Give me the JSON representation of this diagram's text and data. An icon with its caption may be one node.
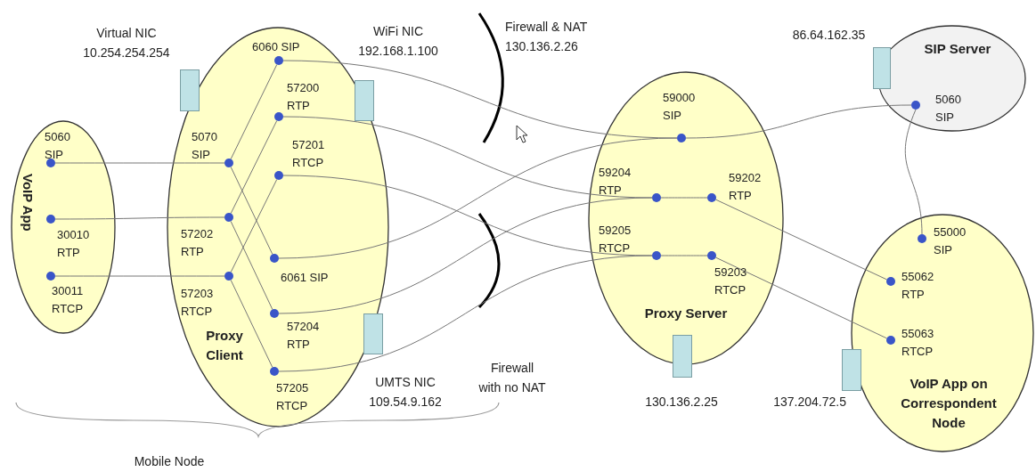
{
  "diagram": {
    "nodes": [
      {
        "text": [
          "VoIP App"
        ]
      },
      {
        "text": [],
        "shape": "circle",
        "beside": [
          "5060 SIP"
        ],
        "in": 0
      },
      {
        "text": [],
        "shape": "circle",
        "beside": [
          "30010 RTP"
        ],
        "in": 0
      },
      {
        "text": [],
        "shape": "circle",
        "beside": [
          "30011 RTCP"
        ],
        "in": 0
      },
      {
        "text": [],
        "shape": "box",
        "beside": [
          "Virtual NIC 10.254.254.254"
        ]
      },
      {
        "text": [
          "Proxy Client"
        ]
      },
      {
        "text": [],
        "shape": "circle",
        "beside": [
          "6060 SIP"
        ],
        "in": 5
      },
      {
        "text": [],
        "shape": "circle",
        "beside": [
          "57200 RTP"
        ],
        "in": 5
      },
      {
        "text": [],
        "shape": "circle",
        "beside": [
          "57201 RTCP"
        ],
        "in": 5
      },
      {
        "text": [],
        "shape": "circle",
        "beside": [
          "5070 SIP"
        ],
        "in": 5
      },
      {
        "text": [],
        "shape": "circle",
        "beside": [
          "57202 RTP"
        ],
        "in": 5
      },
      {
        "text": [],
        "shape": "circle",
        "beside": [
          "6061 SIP"
        ],
        "in": 5
      },
      {
        "text": [],
        "shape": "circle",
        "beside": [
          "57203 RTCP"
        ],
        "in": 5
      },
      {
        "text": [],
        "shape": "circle",
        "beside": [
          "57204 RTP"
        ],
        "in": 5
      },
      {
        "text": [],
        "shape": "circle",
        "beside": [
          "57205 RTCP"
        ],
        "in": 5
      },
      {
        "text": [],
        "shape": "box",
        "beside": [
          "WiFi NIC 192.168.1.100"
        ]
      },
      {
        "text": [],
        "shape": "box",
        "beside": [
          "UMTS NIC 109.54.9.162"
        ]
      },
      {
        "text": [
          "Proxy Server"
        ]
      },
      {
        "text": [],
        "shape": "circle",
        "beside": [
          "59000 SIP"
        ],
        "in": 17
      },
      {
        "text": [],
        "shape": "circle",
        "beside": [
          "59204 RTP"
        ],
        "in": 17
      },
      {
        "text": [],
        "shape": "circle",
        "beside": [
          "59202 RTP"
        ],
        "in": 17
      },
      {
        "text": [],
        "shape": "circle",
        "beside": [
          "59205 RTCP"
        ],
        "in": 17
      },
      {
        "text": [],
        "shape": "circle",
        "beside": [
          "59203 RTCP"
        ],
        "in": 17
      },
      {
        "text": [],
        "shape": "box",
        "beside": [
          "130.136.2.25"
        ]
      },
      {
        "text": [
          "SIP Server"
        ]
      },
      {
        "text": [],
        "shape": "circle",
        "beside": [
          "5060 SIP"
        ],
        "in": 24
      },
      {
        "text": [],
        "shape": "box",
        "beside": [
          "86.64.162.35"
        ]
      },
      {
        "text": [
          "VoIP App on Correspondent Node"
        ]
      },
      {
        "text": [],
        "shape": "circle",
        "beside": [
          "55000 SIP"
        ],
        "in": 27
      },
      {
        "text": [],
        "shape": "circle",
        "beside": [
          "55062 RTP"
        ],
        "in": 27
      },
      {
        "text": [],
        "shape": "circle",
        "beside": [
          "55063 RTCP"
        ],
        "in": 27
      },
      {
        "text": [],
        "shape": "box",
        "beside": [
          "137.204.72.5"
        ]
      }
    ],
    "edges": [
      {
        "from": 1,
        "to": 9,
        "arrow": "none"
      },
      {
        "from": 2,
        "to": 10,
        "arrow": "none"
      },
      {
        "from": 3,
        "to": 12,
        "arrow": "none"
      },
      {
        "from": 9,
        "to": 6,
        "arrow": "none"
      },
      {
        "from": 9,
        "to": 11,
        "arrow": "none"
      },
      {
        "from": 10,
        "to": 7,
        "arrow": "none"
      },
      {
        "from": 10,
        "to": 13,
        "arrow": "none"
      },
      {
        "from": 12,
        "to": 8,
        "arrow": "none"
      },
      {
        "from": 12,
        "to": 14,
        "arrow": "none"
      },
      {
        "from": 6,
        "to": 18,
        "arrow": "none"
      },
      {
        "from": 7,
        "to": 19,
        "arrow": "none"
      },
      {
        "from": 8,
        "to": 21,
        "arrow": "none"
      },
      {
        "from": 11,
        "to": 18,
        "arrow": "none"
      },
      {
        "from": 13,
        "to": 19,
        "arrow": "none"
      },
      {
        "from": 14,
        "to": 21,
        "arrow": "none"
      },
      {
        "from": 19,
        "to": 20,
        "arrow": "none"
      },
      {
        "from": 21,
        "to": 22,
        "arrow": "none"
      },
      {
        "from": 18,
        "to": 25,
        "arrow": "none"
      },
      {
        "from": 20,
        "to": 29,
        "arrow": "none"
      },
      {
        "from": 22,
        "to": 30,
        "arrow": "none"
      },
      {
        "from": 25,
        "to": 28,
        "arrow": "none"
      }
    ],
    "labels": [
      "Firewall & NAT 130.136.2.26",
      "Firewall with no NAT",
      "Mobile Node"
    ]
  }
}
